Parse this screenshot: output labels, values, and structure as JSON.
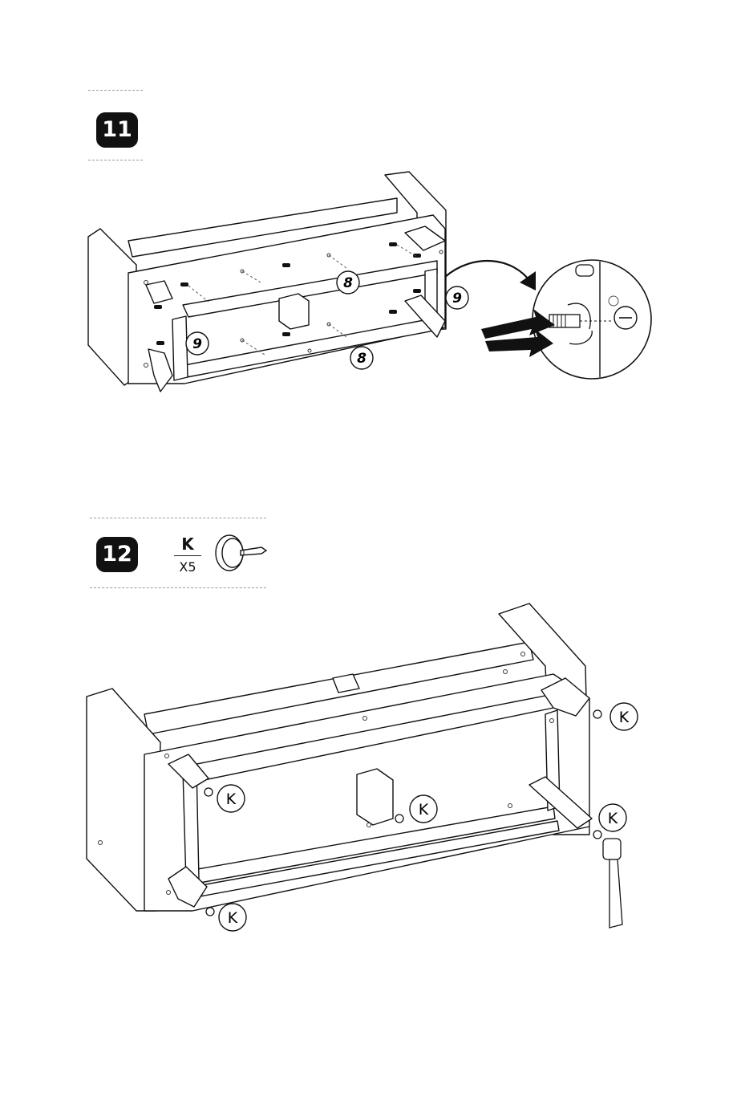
{
  "steps": [
    {
      "number": "11",
      "part_labels": {
        "p8_top": "8",
        "p8_bottom": "8",
        "p9_left": "9",
        "p9_right": "9"
      }
    },
    {
      "number": "12",
      "hardware": {
        "letter": "K",
        "quantity": "X5"
      },
      "callouts": [
        "K",
        "K",
        "K",
        "K",
        "K"
      ]
    }
  ]
}
